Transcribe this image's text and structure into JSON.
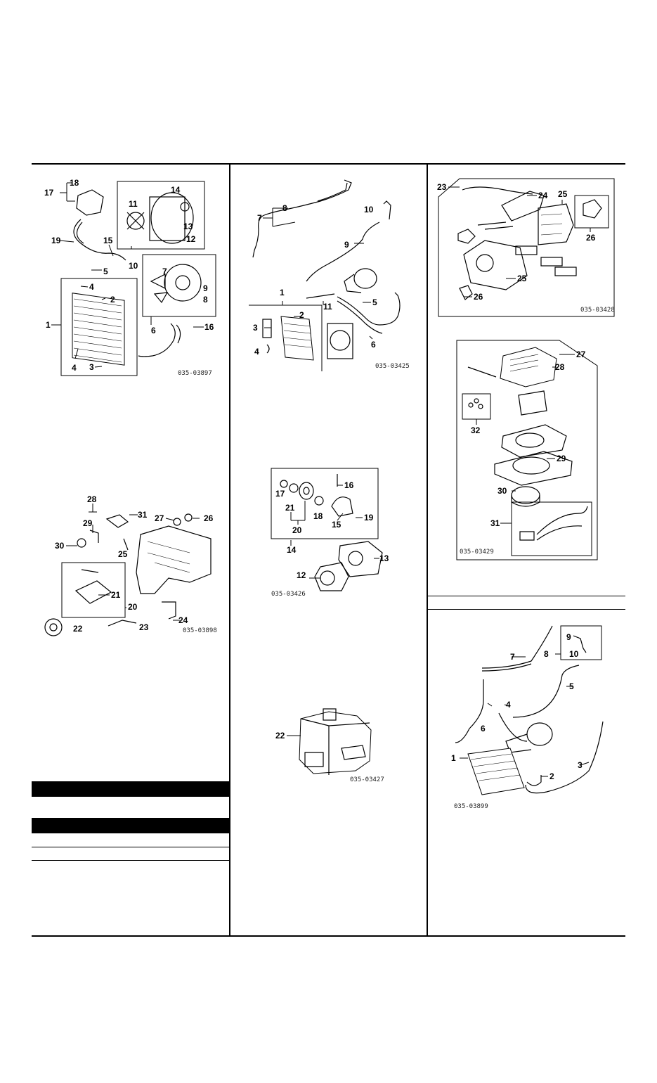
{
  "diagrams": {
    "radiator": {
      "caption": "035-03897",
      "labels": [
        "1",
        "2",
        "3",
        "4",
        "4",
        "5",
        "6",
        "7",
        "8",
        "9",
        "10",
        "11",
        "12",
        "13",
        "14",
        "15",
        "16",
        "17",
        "18",
        "19"
      ]
    },
    "engine_belts": {
      "caption": "035-03898",
      "labels": [
        "20",
        "21",
        "22",
        "23",
        "24",
        "25",
        "26",
        "27",
        "28",
        "29",
        "30",
        "31"
      ]
    },
    "ac_piping": {
      "caption": "035-03425",
      "labels": [
        "1",
        "2",
        "3",
        "4",
        "5",
        "6",
        "7",
        "8",
        "9",
        "10",
        "11"
      ]
    },
    "compressor": {
      "caption": "035-03426",
      "labels": [
        "12",
        "13",
        "14",
        "15",
        "16",
        "17",
        "18",
        "19",
        "20",
        "21"
      ]
    },
    "heater_unit": {
      "caption": "035-03427",
      "labels": [
        "22"
      ]
    },
    "heater_case": {
      "caption": "035-03428",
      "labels": [
        "23",
        "24",
        "25",
        "25",
        "26",
        "26"
      ]
    },
    "blower": {
      "caption": "035-03429",
      "labels": [
        "27",
        "28",
        "29",
        "30",
        "31",
        "32"
      ]
    },
    "ac_lines_2": {
      "caption": "035-03899",
      "labels": [
        "1",
        "2",
        "3",
        "4",
        "5",
        "6",
        "7",
        "8",
        "9",
        "10"
      ]
    }
  }
}
